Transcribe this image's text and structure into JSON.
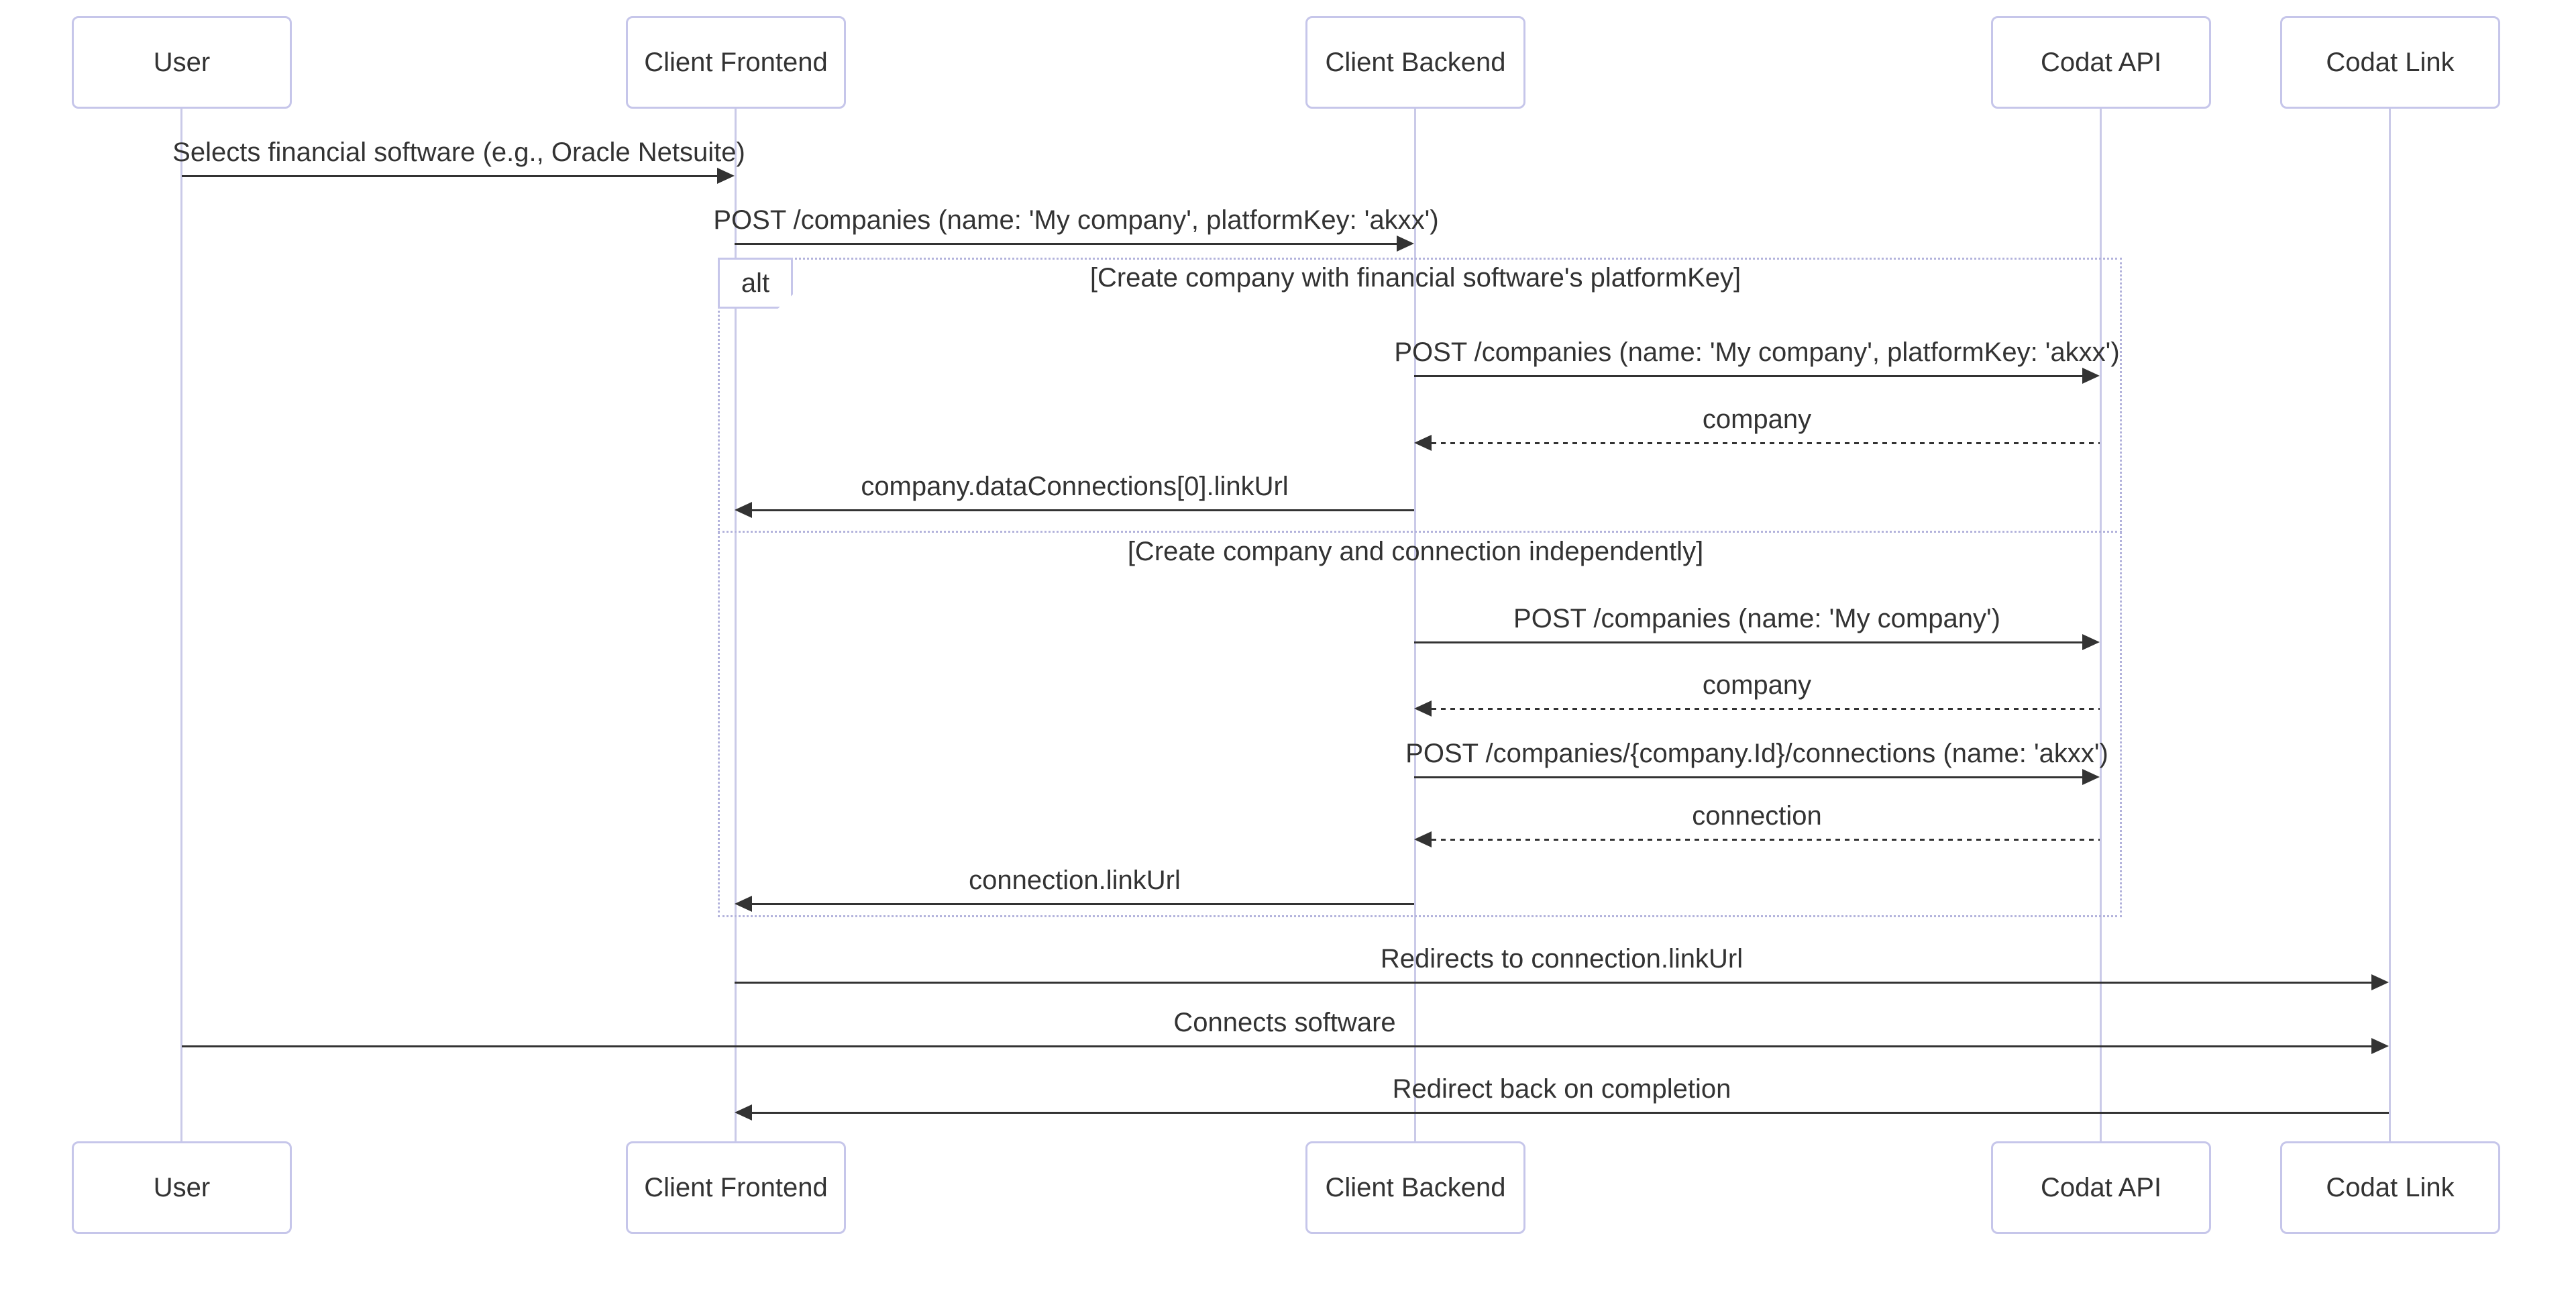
{
  "diagram": {
    "type": "sequence-diagram",
    "participants": [
      {
        "id": "user",
        "label": "User"
      },
      {
        "id": "client-frontend",
        "label": "Client Frontend"
      },
      {
        "id": "client-backend",
        "label": "Client Backend"
      },
      {
        "id": "codat-api",
        "label": "Codat API"
      },
      {
        "id": "codat-link",
        "label": "Codat Link"
      }
    ],
    "alt_block": {
      "operator": "alt",
      "branches": [
        {
          "condition": "[Create company with financial software's platformKey]"
        },
        {
          "condition": "[Create company and connection independently]"
        }
      ]
    },
    "messages": [
      {
        "text": "Selects financial software (e.g., Oracle Netsuite)",
        "from": "User",
        "to": "Client Frontend",
        "line": "solid"
      },
      {
        "text": "POST /companies (name: 'My company', platformKey: 'akxx')",
        "from": "Client Frontend",
        "to": "Client Backend",
        "line": "solid"
      },
      {
        "text": "POST /companies (name: 'My company', platformKey: 'akxx')",
        "from": "Client Backend",
        "to": "Codat API",
        "line": "solid"
      },
      {
        "text": "company",
        "from": "Codat API",
        "to": "Client Backend",
        "line": "dashed"
      },
      {
        "text": "company.dataConnections[0].linkUrl",
        "from": "Client Backend",
        "to": "Client Frontend",
        "line": "solid"
      },
      {
        "text": "POST /companies (name: 'My company')",
        "from": "Client Backend",
        "to": "Codat API",
        "line": "solid"
      },
      {
        "text": "company",
        "from": "Codat API",
        "to": "Client Backend",
        "line": "dashed"
      },
      {
        "text": "POST /companies/{company.Id}/connections (name: 'akxx')",
        "from": "Client Backend",
        "to": "Codat API",
        "line": "solid"
      },
      {
        "text": "connection",
        "from": "Codat API",
        "to": "Client Backend",
        "line": "dashed"
      },
      {
        "text": "connection.linkUrl",
        "from": "Client Backend",
        "to": "Client Frontend",
        "line": "solid"
      },
      {
        "text": "Redirects to connection.linkUrl",
        "from": "Client Frontend",
        "to": "Codat Link",
        "line": "solid"
      },
      {
        "text": "Connects software",
        "from": "User",
        "to": "Codat Link",
        "line": "solid"
      },
      {
        "text": "Redirect back on completion",
        "from": "Codat Link",
        "to": "Client Frontend",
        "line": "solid"
      }
    ],
    "colors": {
      "background": "#ffffff",
      "participant_fill": "#ffffff",
      "participant_border": "#c6c6ea",
      "lifeline": "#cacae8",
      "frame_border": "#b3b3dc",
      "arrow": "#333333",
      "text": "#333333"
    }
  }
}
